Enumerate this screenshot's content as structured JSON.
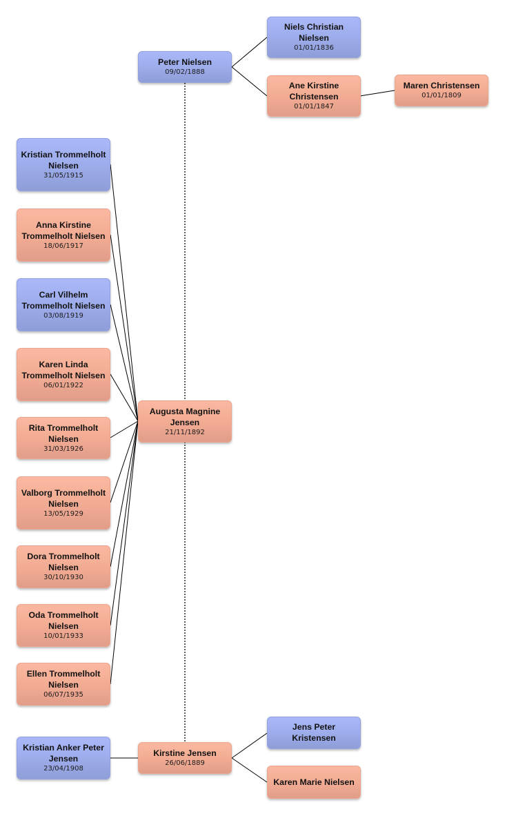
{
  "persons": {
    "peter_nielsen": {
      "name": "Peter Nielsen",
      "date": "09/02/1888"
    },
    "niels_christian": {
      "name": "Niels Christian Nielsen",
      "date": "01/01/1836"
    },
    "ane_kirstine": {
      "name": "Ane Kirstine Christensen",
      "date": "01/01/1847"
    },
    "maren_christensen": {
      "name": "Maren Christensen",
      "date": "01/01/1809"
    },
    "kristian_trommelholt": {
      "name": "Kristian Trommelholt Nielsen",
      "date": "31/05/1915"
    },
    "anna_kirstine": {
      "name": "Anna Kirstine Trommelholt Nielsen",
      "date": "18/06/1917"
    },
    "carl_vilhelm": {
      "name": "Carl Vilhelm Trommelholt Nielsen",
      "date": "03/08/1919"
    },
    "karen_linda": {
      "name": "Karen Linda Trommelholt Nielsen",
      "date": "06/01/1922"
    },
    "rita": {
      "name": "Rita Trommelholt Nielsen",
      "date": "31/03/1926"
    },
    "valborg": {
      "name": "Valborg Trommelholt Nielsen",
      "date": "13/05/1929"
    },
    "dora": {
      "name": "Dora Trommelholt Nielsen",
      "date": "30/10/1930"
    },
    "oda": {
      "name": "Oda Trommelholt Nielsen",
      "date": "10/01/1933"
    },
    "ellen": {
      "name": "Ellen Trommelholt Nielsen",
      "date": "06/07/1935"
    },
    "augusta": {
      "name": "Augusta Magnine Jensen",
      "date": "21/11/1892"
    },
    "kristian_anker": {
      "name": "Kristian Anker Peter Jensen",
      "date": "23/04/1908"
    },
    "kirstine_jensen": {
      "name": "Kirstine Jensen",
      "date": "26/06/1889"
    },
    "jens_peter": {
      "name": "Jens Peter Kristensen"
    },
    "karen_marie": {
      "name": "Karen Marie Nielsen"
    }
  },
  "colors": {
    "male": "#9cabe9",
    "female": "#f2ab93",
    "line": "#000000"
  }
}
